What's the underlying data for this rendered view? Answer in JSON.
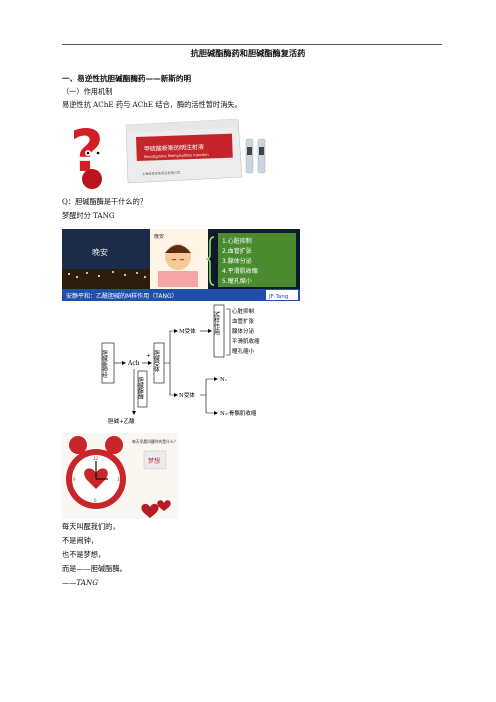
{
  "doc_title": "抗胆碱酯酶药和胆碱酯酶复活药",
  "section1_heading": "一、易逆性抗胆碱酯酶药——新斯的明",
  "subheading1": "（一）作用机制",
  "para1": "易逆性抗 AChE 药与 AChE 结合，酶的活性暂时消失。",
  "box_label": "Neostigmine Methylsulfate Injection",
  "box_name_cn": "甲硫酸新斯的明注射液",
  "box_maker": "上海信谊金朱药业有限公司",
  "q_line": "Q：胆碱酯酶是干什么的？",
  "dream_line": "梦醒时分 TANG",
  "banner_night_text": "晚安",
  "banner_list": [
    "1.心脏抑制",
    "2.血管扩张",
    "3.腺体分泌",
    "4.平滑肌收缩",
    "5.瞳孔缩小"
  ],
  "banner_bottom": "安静平和：乙酰胆碱的M样作用（TANG）",
  "banner_logo": "JF·Tang",
  "diagram": {
    "nerve": "胆碱能神经",
    "ach": "Ach",
    "m_receptor": "M受体",
    "n_receptor": "N受体",
    "m_effect": "M样作用",
    "bind_label": "胆碱受体",
    "ache_label": "胆碱酯酶",
    "products": "胆碱+乙酸",
    "m_list": [
      "心脏抑制",
      "血管扩张",
      "腺体分泌",
      "平滑肌收缩",
      "瞳孔缩小"
    ],
    "n1": "N₁",
    "n2": "N₂-骨骼肌收缩"
  },
  "clock_caption": "每天早晨叫醒你的是什么？",
  "clock_sub": "梦想",
  "poem": [
    "每天叫醒我们的，",
    "不是闹钟，",
    "也不是梦想，",
    "而是——胆碱酯酶。"
  ],
  "signature": "——TANG",
  "colors": {
    "banner_green": "#4a8b2f",
    "banner_blue": "#1f4fa8",
    "box_red": "#c4252a",
    "clock_red": "#c8262a"
  }
}
